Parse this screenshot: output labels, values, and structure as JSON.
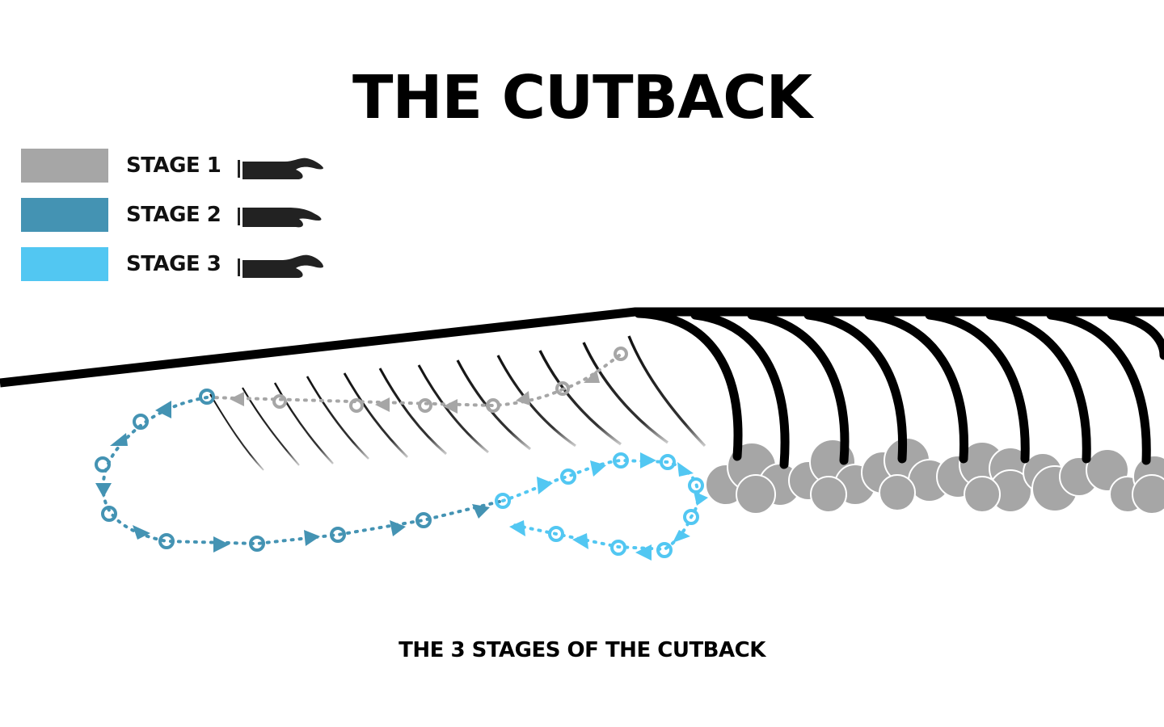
{
  "title": "THE CUTBACK",
  "caption": "THE 3 STAGES OF THE CUTBACK",
  "legend": [
    {
      "label": "STAGE 1",
      "color": "#a6a6a6",
      "icon": "hand-icon"
    },
    {
      "label": "STAGE 2",
      "color": "#4493b3",
      "icon": "hand-icon"
    },
    {
      "label": "STAGE 3",
      "color": "#52c7f2",
      "icon": "hand-icon"
    }
  ],
  "colors": {
    "line": "#000000",
    "foam": "#a6a6a6",
    "stage1": "#a6a6a6",
    "stage2": "#4493b3",
    "stage3": "#52c7f2"
  }
}
